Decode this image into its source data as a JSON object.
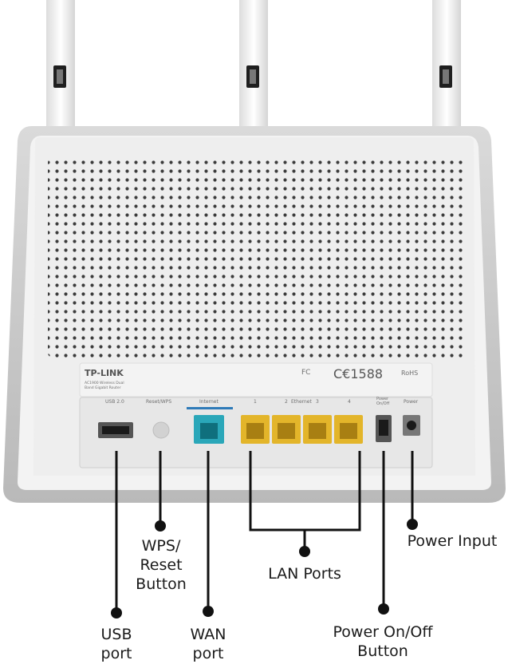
{
  "label": {
    "brand": "TP-LINK",
    "model_line1": "AC1900 Wireless Dual",
    "model_line2": "Band Gigabit Router",
    "certification_number": "C€1588",
    "rohs": "RoHS",
    "fc": "FC"
  },
  "ports_strip": {
    "usb": "USB 2.0",
    "reset": "Reset/WPS",
    "internet": "Internet",
    "lan1": "1",
    "lan2": "2",
    "ethernet": "Ethernet",
    "lan3": "3",
    "lan4": "4",
    "power_onoff_line1": "Power",
    "power_onoff_line2": "On/Off",
    "power": "Power"
  },
  "callouts": {
    "usb": "USB\nport",
    "wps_reset": "WPS/\nReset\nButton",
    "wan": "WAN\nport",
    "lan": "LAN Ports",
    "power_onoff": "Power On/Off\nButton",
    "power_input": "Power Input"
  },
  "colors": {
    "lan_port": "#e3b52a",
    "wan_port": "#2aa7b9",
    "router_body": "#eeeeee",
    "frame": "#c9c9c9",
    "callout_line": "#111111"
  }
}
